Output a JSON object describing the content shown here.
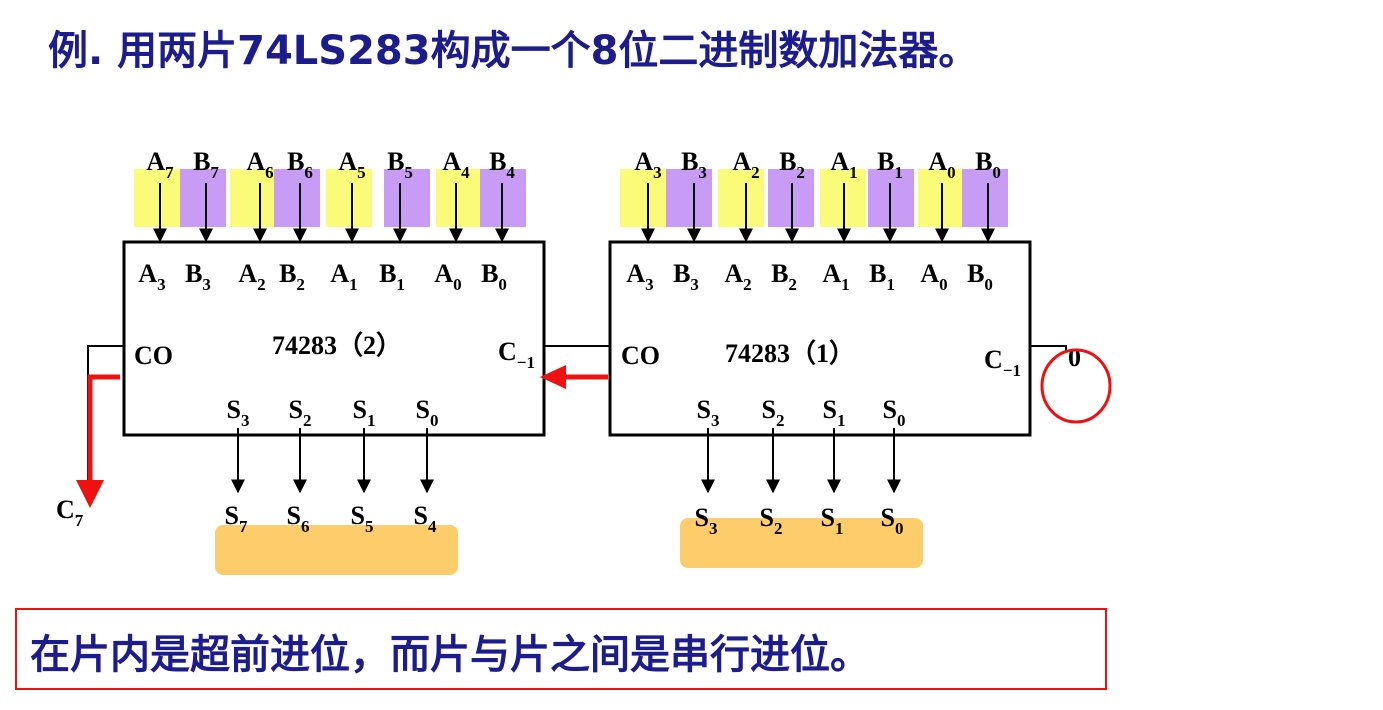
{
  "title": "例. 用两片74LS283构成一个8位二进制数加法器。",
  "chip2": {
    "name": "74283（2）",
    "co_label": "CO",
    "cin_label": "C",
    "cin_sub": "−1",
    "top_inputs": [
      [
        "A",
        "7"
      ],
      [
        "B",
        "7"
      ],
      [
        "A",
        "6"
      ],
      [
        "B",
        "6"
      ],
      [
        "A",
        "5"
      ],
      [
        "B",
        "5"
      ],
      [
        "A",
        "4"
      ],
      [
        "B",
        "4"
      ]
    ],
    "pin_inputs": [
      [
        "A",
        "3"
      ],
      [
        "B",
        "3"
      ],
      [
        "A",
        "2"
      ],
      [
        "B",
        "2"
      ],
      [
        "A",
        "1"
      ],
      [
        "B",
        "1"
      ],
      [
        "A",
        "0"
      ],
      [
        "B",
        "0"
      ]
    ],
    "pin_outputs": [
      [
        "S",
        "3"
      ],
      [
        "S",
        "2"
      ],
      [
        "S",
        "1"
      ],
      [
        "S",
        "0"
      ]
    ],
    "results": [
      [
        "S",
        "7"
      ],
      [
        "S",
        "6"
      ],
      [
        "S",
        "5"
      ],
      [
        "S",
        "4"
      ]
    ]
  },
  "chip1": {
    "name": "74283（1）",
    "co_label": "CO",
    "cin_label": "C",
    "cin_sub": "−1",
    "cin_value": "0",
    "top_inputs": [
      [
        "A",
        "3"
      ],
      [
        "B",
        "3"
      ],
      [
        "A",
        "2"
      ],
      [
        "B",
        "2"
      ],
      [
        "A",
        "1"
      ],
      [
        "B",
        "1"
      ],
      [
        "A",
        "0"
      ],
      [
        "B",
        "0"
      ]
    ],
    "pin_inputs": [
      [
        "A",
        "3"
      ],
      [
        "B",
        "3"
      ],
      [
        "A",
        "2"
      ],
      [
        "B",
        "2"
      ],
      [
        "A",
        "1"
      ],
      [
        "B",
        "1"
      ],
      [
        "A",
        "0"
      ],
      [
        "B",
        "0"
      ]
    ],
    "pin_outputs": [
      [
        "S",
        "3"
      ],
      [
        "S",
        "2"
      ],
      [
        "S",
        "1"
      ],
      [
        "S",
        "0"
      ]
    ],
    "results": [
      [
        "S",
        "3"
      ],
      [
        "S",
        "2"
      ],
      [
        "S",
        "1"
      ],
      [
        "S",
        "0"
      ]
    ]
  },
  "carry_out": {
    "label": "C",
    "sub": "7"
  },
  "note": "在片内是超前进位，而片与片之间是串行进位。",
  "colors": {
    "title_text": "#1c1c8c",
    "a_box": "#fbfb7a",
    "b_box": "#c89cf5",
    "result_box": "#fdcd6c",
    "highlight_red": "#ee1111"
  }
}
